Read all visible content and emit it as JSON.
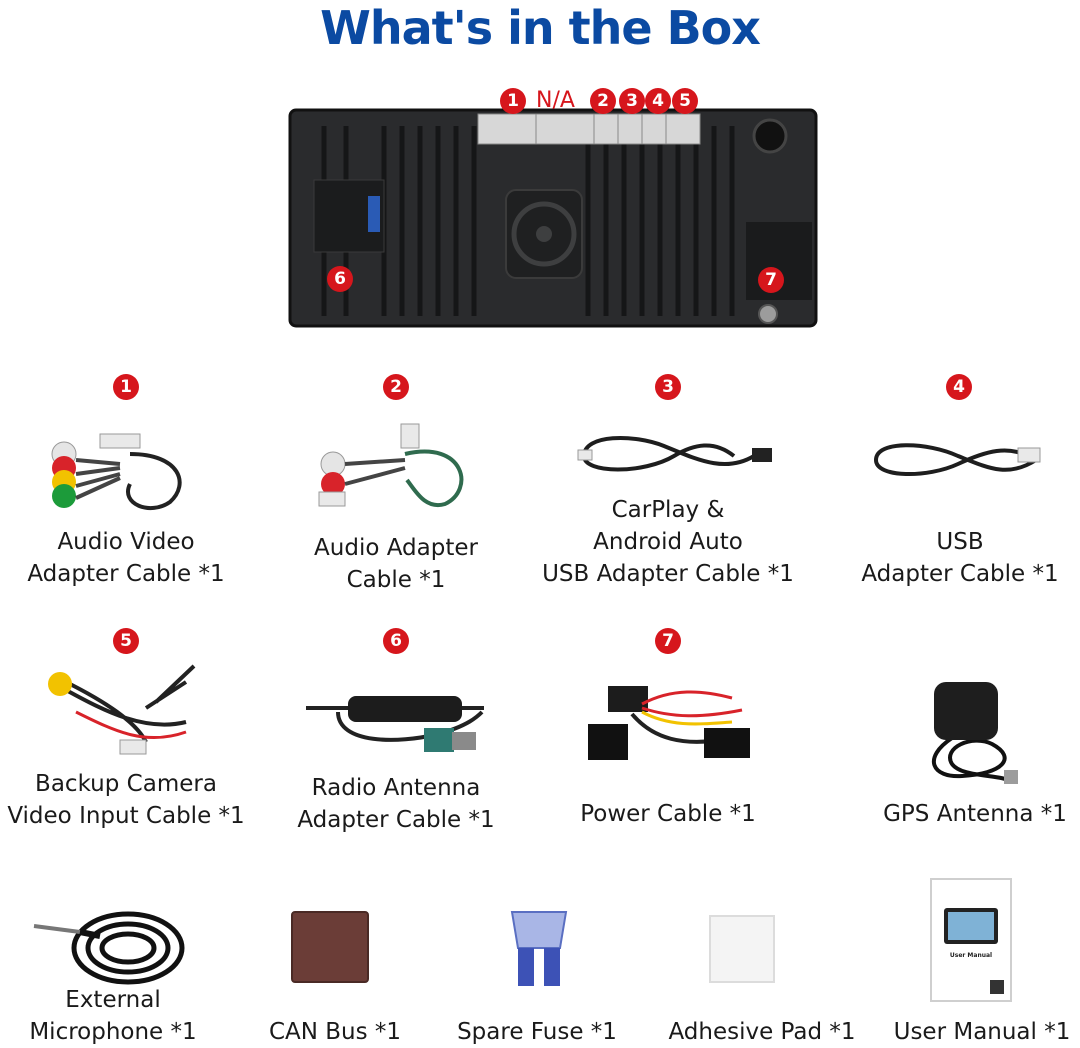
{
  "title": "What's in the Box",
  "unit_markers": {
    "m1": "1",
    "na": "N/A",
    "m2": "2",
    "m3": "3",
    "m4": "4",
    "m5": "5",
    "m6": "6",
    "m7": "7"
  },
  "items": [
    {
      "badge": "1",
      "lines": [
        "Audio Video",
        "Adapter Cable *1"
      ]
    },
    {
      "badge": "2",
      "lines": [
        "Audio Adapter",
        "Cable *1"
      ]
    },
    {
      "badge": "3",
      "lines": [
        "CarPlay &",
        "Android Auto",
        "USB Adapter Cable *1"
      ]
    },
    {
      "badge": "4",
      "lines": [
        "USB",
        "Adapter Cable *1"
      ]
    },
    {
      "badge": "5",
      "lines": [
        "Backup Camera",
        "Video Input Cable *1"
      ]
    },
    {
      "badge": "6",
      "lines": [
        "Radio Antenna",
        "Adapter Cable *1"
      ]
    },
    {
      "badge": "7",
      "lines": [
        "Power Cable *1"
      ]
    },
    {
      "badge": "",
      "lines": [
        "GPS Antenna *1"
      ]
    },
    {
      "badge": "",
      "lines": [
        "External",
        "Microphone *1"
      ]
    },
    {
      "badge": "",
      "lines": [
        "CAN Bus *1"
      ]
    },
    {
      "badge": "",
      "lines": [
        "Spare Fuse *1"
      ]
    },
    {
      "badge": "",
      "lines": [
        "Adhesive Pad *1"
      ]
    },
    {
      "badge": "",
      "lines": [
        "User Manual *1"
      ]
    }
  ],
  "manual_text": "User Manual",
  "colors": {
    "title": "#0b4aa2",
    "badge": "#d6161c"
  }
}
